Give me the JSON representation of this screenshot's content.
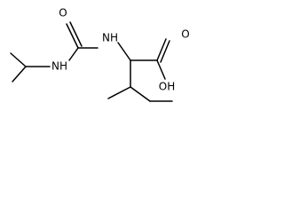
{
  "molecule": {
    "atoms": {
      "o_urea": "O",
      "nh_urea_left": "NH",
      "nh_urea_right": "NH",
      "oh_acid": "OH",
      "o_acid": "O"
    },
    "colors": {
      "bond": "#000000",
      "label": "#000000",
      "background": "#ffffff"
    }
  }
}
